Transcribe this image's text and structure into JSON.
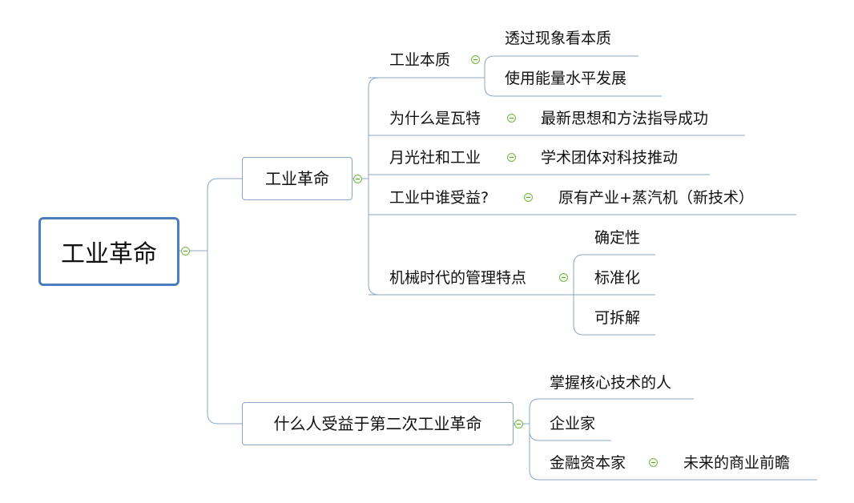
{
  "root": {
    "label": "工业革命"
  },
  "branch1": {
    "label": "工业革命",
    "topics": [
      {
        "label": "工业本质",
        "children": [
          "透过现象看本质",
          "使用能量水平发展"
        ]
      },
      {
        "label": "为什么是瓦特",
        "children": [
          "最新思想和方法指导成功"
        ]
      },
      {
        "label": "月光社和工业",
        "children": [
          "学术团体对科技推动"
        ]
      },
      {
        "label": "工业中谁受益?",
        "children": [
          "原有产业+蒸汽机（新技术）"
        ]
      },
      {
        "label": "机械时代的管理特点",
        "children": [
          "确定性",
          "标准化",
          "可拆解"
        ]
      }
    ]
  },
  "branch2": {
    "label": "什么人受益于第二次工业革命",
    "topics": [
      {
        "label": "掌握核心技术的人",
        "children": []
      },
      {
        "label": "企业家",
        "children": []
      },
      {
        "label": "金融资本家",
        "children": [
          "未来的商业前瞻"
        ]
      }
    ]
  },
  "colors": {
    "line": "#8aa6c5",
    "root_border": "#4c7ebf",
    "toggle": "#7ab649"
  },
  "icons": {
    "collapse": "collapse-toggle-icon"
  }
}
